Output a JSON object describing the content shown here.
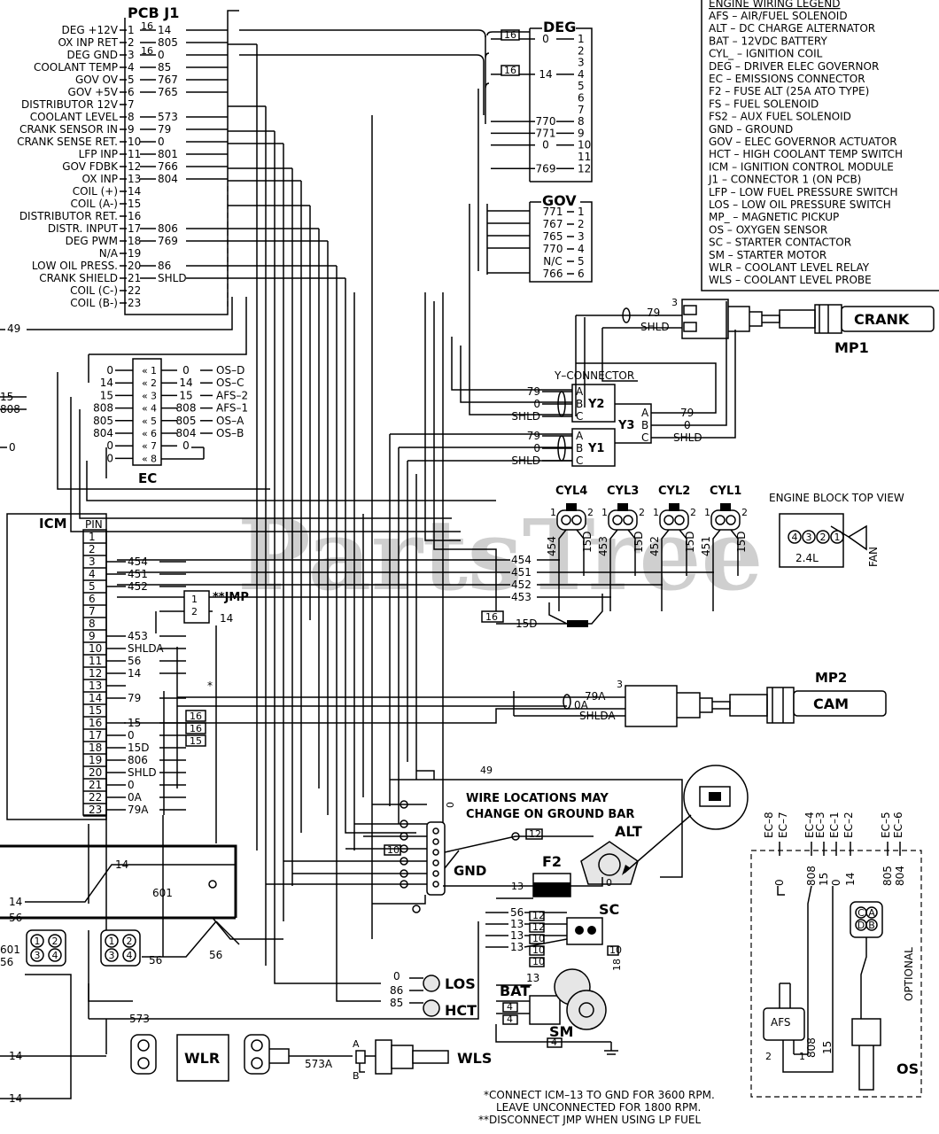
{
  "watermark": "PartsTree",
  "pcb": {
    "title": "PCB J1",
    "pins": [
      {
        "label": "DEG +12V",
        "num": "1",
        "wire": "14"
      },
      {
        "label": "OX INP RET",
        "num": "2",
        "wire": "805"
      },
      {
        "label": "DEG GND",
        "num": "3",
        "wire": "0"
      },
      {
        "label": "COOLANT TEMP",
        "num": "4",
        "wire": "85"
      },
      {
        "label": "GOV OV",
        "num": "5",
        "wire": "767"
      },
      {
        "label": "GOV +5V",
        "num": "6",
        "wire": "765"
      },
      {
        "label": "DISTRIBUTOR 12V",
        "num": "7",
        "wire": ""
      },
      {
        "label": "COOLANT LEVEL",
        "num": "8",
        "wire": "573"
      },
      {
        "label": "CRANK SENSOR IN",
        "num": "9",
        "wire": "79"
      },
      {
        "label": "CRANK SENSE RET.",
        "num": "10",
        "wire": "0"
      },
      {
        "label": "LFP INP",
        "num": "11",
        "wire": "801"
      },
      {
        "label": "GOV FDBK",
        "num": "12",
        "wire": "766"
      },
      {
        "label": "OX INP",
        "num": "13",
        "wire": "804"
      },
      {
        "label": "COIL (+)",
        "num": "14",
        "wire": ""
      },
      {
        "label": "COIL (A-)",
        "num": "15",
        "wire": ""
      },
      {
        "label": "DISTRIBUTOR RET.",
        "num": "16",
        "wire": ""
      },
      {
        "label": "DISTR. INPUT",
        "num": "17",
        "wire": "806"
      },
      {
        "label": "DEG PWM",
        "num": "18",
        "wire": "769"
      },
      {
        "label": "N/A",
        "num": "19",
        "wire": ""
      },
      {
        "label": "LOW OIL PRESS.",
        "num": "20",
        "wire": "86"
      },
      {
        "label": "CRANK SHIELD",
        "num": "21",
        "wire": "SHLD"
      },
      {
        "label": "COIL (C-)",
        "num": "22",
        "wire": ""
      },
      {
        "label": "COIL (B-)",
        "num": "23",
        "wire": ""
      }
    ],
    "wire_tags": {
      "pin1": "16",
      "pin3": "16"
    }
  },
  "deg": {
    "title": "DEG",
    "pins": [
      "1",
      "2",
      "3",
      "4",
      "5",
      "6",
      "7",
      "8",
      "9",
      "10",
      "11",
      "12"
    ],
    "wires": {
      "1": "0",
      "4": "14",
      "8": "770",
      "9": "771",
      "10": "0",
      "12": "769"
    },
    "wire_tags": [
      "16",
      "16"
    ]
  },
  "gov": {
    "title": "GOV",
    "rows": [
      {
        "wire": "771",
        "pin": "1"
      },
      {
        "wire": "767",
        "pin": "2"
      },
      {
        "wire": "765",
        "pin": "3"
      },
      {
        "wire": "770",
        "pin": "4"
      },
      {
        "wire": "N/C",
        "pin": "5"
      },
      {
        "wire": "766",
        "pin": "6"
      }
    ]
  },
  "legend": {
    "title": "ENGINE WIRING LEGEND",
    "entries": [
      "AFS  –  AIR/FUEL SOLENOID",
      "ALT  –  DC CHARGE ALTERNATOR",
      "BAT  –  12VDC BATTERY",
      "CYL_  –  IGNITION COIL",
      "DEG  –  DRIVER ELEC GOVERNOR",
      "EC  –  EMISSIONS CONNECTOR",
      "F2  –  FUSE ALT (25A ATO TYPE)",
      "FS  –  FUEL SOLENOID",
      "FS2  –  AUX FUEL SOLENOID",
      "GND  –  GROUND",
      "GOV  –  ELEC GOVERNOR ACTUATOR",
      "HCT  –  HIGH COOLANT TEMP SWITCH",
      "ICM  –  IGNITION CONTROL MODULE",
      "J1  –  CONNECTOR 1 (ON PCB)",
      "LFP  –  LOW FUEL PRESSURE SWITCH",
      "LOS  –  LOW OIL PRESSURE SWITCH",
      "MP_  –  MAGNETIC PICKUP",
      "OS  –  OXYGEN SENSOR",
      "SC  –  STARTER CONTACTOR",
      "SM  –  STARTER MOTOR",
      "WLR  –  COOLANT LEVEL RELAY",
      "WLS  –  COOLANT LEVEL PROBE"
    ]
  },
  "crank": {
    "label": "CRANK",
    "name": "MP1",
    "pin_top": "3",
    "wires": [
      "79",
      "SHLD"
    ]
  },
  "cam": {
    "label": "CAM",
    "name": "MP2",
    "pin_top": "3",
    "wires": [
      "79A",
      "0A",
      "SHLDA"
    ]
  },
  "yconn": {
    "title": "Y–CONNECTOR",
    "y2": {
      "name": "Y2",
      "pins": [
        "A",
        "B",
        "C"
      ],
      "wires": [
        "79",
        "0",
        "SHLD"
      ]
    },
    "y1": {
      "name": "Y1",
      "pins": [
        "A",
        "B",
        "C"
      ],
      "wires": [
        "79",
        "0",
        "SHLD"
      ]
    },
    "y3": {
      "name": "Y3",
      "pins": [
        "A",
        "B",
        "C"
      ],
      "wires": [
        "79",
        "0",
        "SHLD"
      ]
    }
  },
  "ec": {
    "title": "EC",
    "rows": [
      {
        "left": "0",
        "pin": "1",
        "wire": "0",
        "tag": "OS–D"
      },
      {
        "left": "14",
        "pin": "2",
        "wire": "14",
        "tag": "OS–C"
      },
      {
        "left": "15",
        "pin": "3",
        "wire": "15",
        "tag": "AFS–2"
      },
      {
        "left": "808",
        "pin": "4",
        "wire": "808",
        "tag": "AFS–1"
      },
      {
        "left": "805",
        "pin": "5",
        "wire": "805",
        "tag": "OS–A"
      },
      {
        "left": "804",
        "pin": "6",
        "wire": "804",
        "tag": "OS–B"
      },
      {
        "left": "0",
        "pin": "7",
        "wire": "0",
        "tag": ""
      },
      {
        "left": "0",
        "pin": "8",
        "wire": "",
        "tag": ""
      }
    ],
    "edge_labels": [
      "15",
      "808",
      "0",
      "49"
    ]
  },
  "cyl": {
    "coils": [
      {
        "name": "CYL4",
        "wires": [
          "454",
          "15D"
        ]
      },
      {
        "name": "CYL3",
        "wires": [
          "453",
          "15D"
        ]
      },
      {
        "name": "CYL2",
        "wires": [
          "452",
          "15D"
        ]
      },
      {
        "name": "CYL1",
        "wires": [
          "451",
          "15D"
        ]
      }
    ],
    "pin_labels": [
      "1",
      "2"
    ],
    "bus": [
      "454",
      "451",
      "452",
      "453"
    ],
    "feed": "15D",
    "feed_tag": "16"
  },
  "engine_block": {
    "title": "ENGINE BLOCK TOP VIEW",
    "cyls": [
      "4",
      "3",
      "2",
      "1"
    ],
    "size": "2.4L",
    "fan": "FAN"
  },
  "icm": {
    "title": "ICM",
    "pin_header": "PIN",
    "pins": [
      "1",
      "2",
      "3",
      "4",
      "5",
      "6",
      "7",
      "8",
      "9",
      "10",
      "11",
      "12",
      "13",
      "14",
      "15",
      "16",
      "17",
      "18",
      "19",
      "20",
      "21",
      "22",
      "23"
    ],
    "wires": {
      "3": "454",
      "4": "451",
      "5": "452",
      "9": "453",
      "10": "SHLDA",
      "11": "56",
      "12": "14",
      "13": "*",
      "14": "79",
      "16": "15",
      "17": "0",
      "18": "15D",
      "19": "806",
      "20": "SHLD",
      "21": "0",
      "22": "0A",
      "23": "79A"
    },
    "tags": [
      "16",
      "16",
      "15"
    ]
  },
  "jmp": {
    "label": "**JMP",
    "pins": [
      "1",
      "2"
    ],
    "wire": "14"
  },
  "ground": {
    "note": [
      "WIRE LOCATIONS MAY",
      "CHANGE ON GROUND BAR"
    ],
    "label": "GND",
    "wire49": "49",
    "wire0": "0",
    "tags": [
      "12",
      "10"
    ]
  },
  "alt": {
    "label": "ALT",
    "wire": "0"
  },
  "f2": {
    "label": "F2",
    "wire": "13"
  },
  "sc": {
    "label": "SC",
    "wires": [
      "56",
      "13",
      "13",
      "13"
    ],
    "tags": [
      "12",
      "12",
      "10",
      "10",
      "10"
    ],
    "tag18": "18",
    "tag10b": "10"
  },
  "bat": {
    "label": "BAT",
    "wire": "13",
    "tags": [
      "4",
      "4",
      "4"
    ]
  },
  "sm": {
    "label": "SM"
  },
  "los": {
    "label": "LOS",
    "wire": "0"
  },
  "hct": {
    "label": "HCT",
    "wires": [
      "86",
      "85"
    ]
  },
  "wlr": {
    "label": "WLR",
    "wire": "573"
  },
  "wls": {
    "label": "WLS",
    "wire": "573A",
    "pins": [
      "A",
      "B"
    ]
  },
  "left_side": {
    "wires": [
      "14",
      "56",
      "601",
      "56",
      "14",
      "14",
      "601",
      "56",
      "56",
      "14"
    ],
    "pins": [
      "1",
      "2",
      "3",
      "4"
    ]
  },
  "optional": {
    "label": "OPTIONAL",
    "ec_tags": [
      "EC–8",
      "EC–7",
      "EC–4",
      "EC–3",
      "EC–1",
      "EC–2",
      "EC–5",
      "EC–6"
    ],
    "wires": [
      "0",
      "808",
      "15",
      "0",
      "14",
      "805",
      "804"
    ],
    "os_pins": [
      "C",
      "A",
      "D",
      "B"
    ],
    "afs": {
      "label": "AFS",
      "pins": [
        "2",
        "1"
      ],
      "wires": [
        "808",
        "15"
      ]
    },
    "os_label": "OS"
  },
  "notes": [
    "*CONNECT ICM–13 TO GND FOR 3600 RPM.",
    "LEAVE UNCONNECTED FOR 1800 RPM.",
    "**DISCONNECT JMP WHEN USING LP FUEL"
  ]
}
